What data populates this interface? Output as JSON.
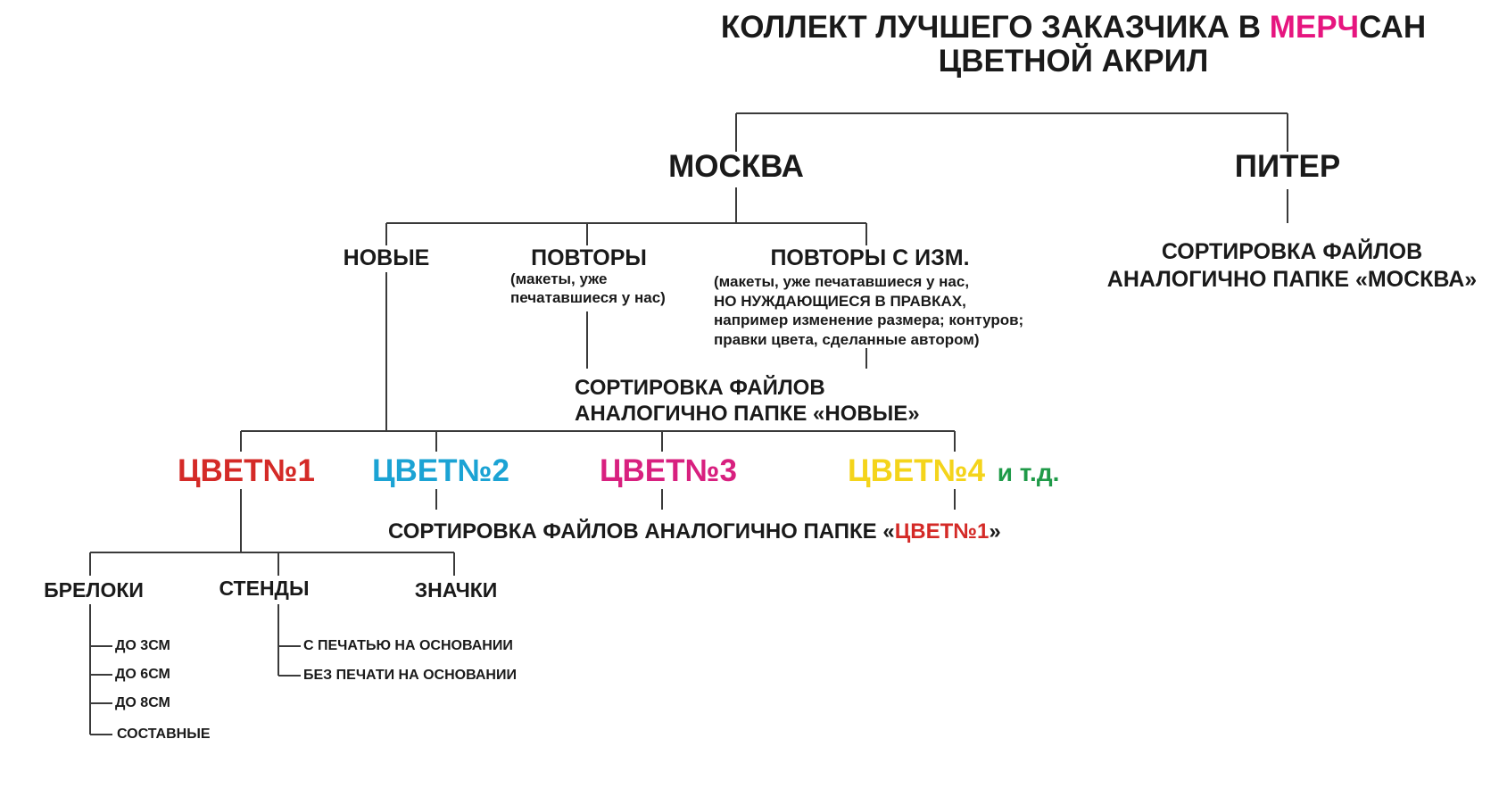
{
  "title": {
    "line1_prefix": "КОЛЛЕКТ ЛУЧШЕГО ЗАКАЗЧИКА В ",
    "line1_brand": "МЕРЧ",
    "line1_suffix": "САН",
    "line2": "ЦВЕТНОЙ АКРИЛ"
  },
  "cities": {
    "moscow": "МОСКВА",
    "piter": "ПИТЕР"
  },
  "piter_sort": {
    "line1": "СОРТИРОВКА ФАЙЛОВ",
    "line2": "АНАЛОГИЧНО ПАПКЕ «МОСКВА»"
  },
  "moscow_children": {
    "new": "НОВЫЕ",
    "repeats": "ПОВТОРЫ",
    "repeats_note": [
      "(макеты, уже",
      "печатавшиеся у нас)"
    ],
    "repeats_changes": "ПОВТОРЫ С ИЗМ.",
    "repeats_changes_note": [
      "(макеты, уже печатавшиеся у нас,",
      "НО НУЖДАЮЩИЕСЯ В ПРАВКАХ,",
      "например изменение размера; контуров;",
      "правки цвета, сделанные автором)"
    ]
  },
  "repeats_sort": {
    "line1": "СОРТИРОВКА ФАЙЛОВ",
    "line2": "АНАЛОГИЧНО ПАПКЕ «НОВЫЕ»"
  },
  "colors": {
    "c1": "ЦВЕТ№1",
    "c2": "ЦВЕТ№2",
    "c3": "ЦВЕТ№3",
    "c4": "ЦВЕТ№4",
    "etc": "и т.д."
  },
  "colors_sort": {
    "prefix": "СОРТИРОВКА ФАЙЛОВ АНАЛОГИЧНО ПАПКЕ «",
    "ref": "ЦВЕТ№1",
    "suffix": "»"
  },
  "categories": {
    "keychains": "БРЕЛОКИ",
    "stands": "СТЕНДЫ",
    "badges": "ЗНАЧКИ"
  },
  "keychain_sizes": [
    "ДО 3СМ",
    "ДО 6СМ",
    "ДО 8СМ",
    "СОСТАВНЫЕ"
  ],
  "stand_types": [
    "С ПЕЧАТЬЮ НА ОСНОВАНИИ",
    "БЕЗ ПЕЧАТИ НА ОСНОВАНИИ"
  ],
  "palette": {
    "text": "#1a1a1a",
    "line": "#3a3a3a",
    "brand": "#e6157f",
    "c1": "#d42a27",
    "c2": "#1ba3d4",
    "c3": "#d8207f",
    "c4": "#f4d41b",
    "etc": "#1f9a48"
  }
}
